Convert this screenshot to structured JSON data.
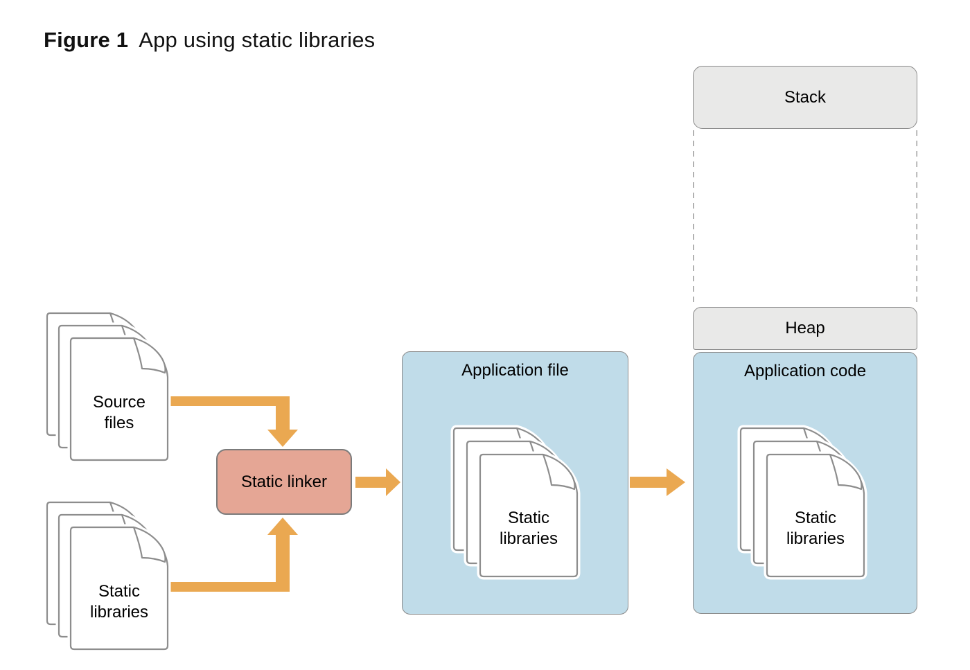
{
  "figure": {
    "number": "Figure 1",
    "caption": "App using static libraries"
  },
  "left_column": {
    "source_files_label": "Source\nfiles",
    "static_libraries_label": "Static\nlibraries"
  },
  "linker": {
    "label": "Static linker"
  },
  "app_file": {
    "title": "Application file",
    "docs_label": "Static\nlibraries"
  },
  "memory": {
    "stack_label": "Stack",
    "heap_label": "Heap",
    "app_code_title": "Application code",
    "docs_label": "Static\nlibraries"
  },
  "icons": {
    "document_stack": "document-stack-icon",
    "arrow": "flow-arrow-icon"
  },
  "colors": {
    "box_blue": "#c0dce9",
    "box_gray": "#e9e9e8",
    "linker_pink": "#e5a695",
    "arrow_orange": "#eaa851",
    "box_border": "#8a8a8a",
    "doc_outline": "#8d8d8d",
    "dashed_line": "#9c9c9c",
    "text": "#000000"
  }
}
